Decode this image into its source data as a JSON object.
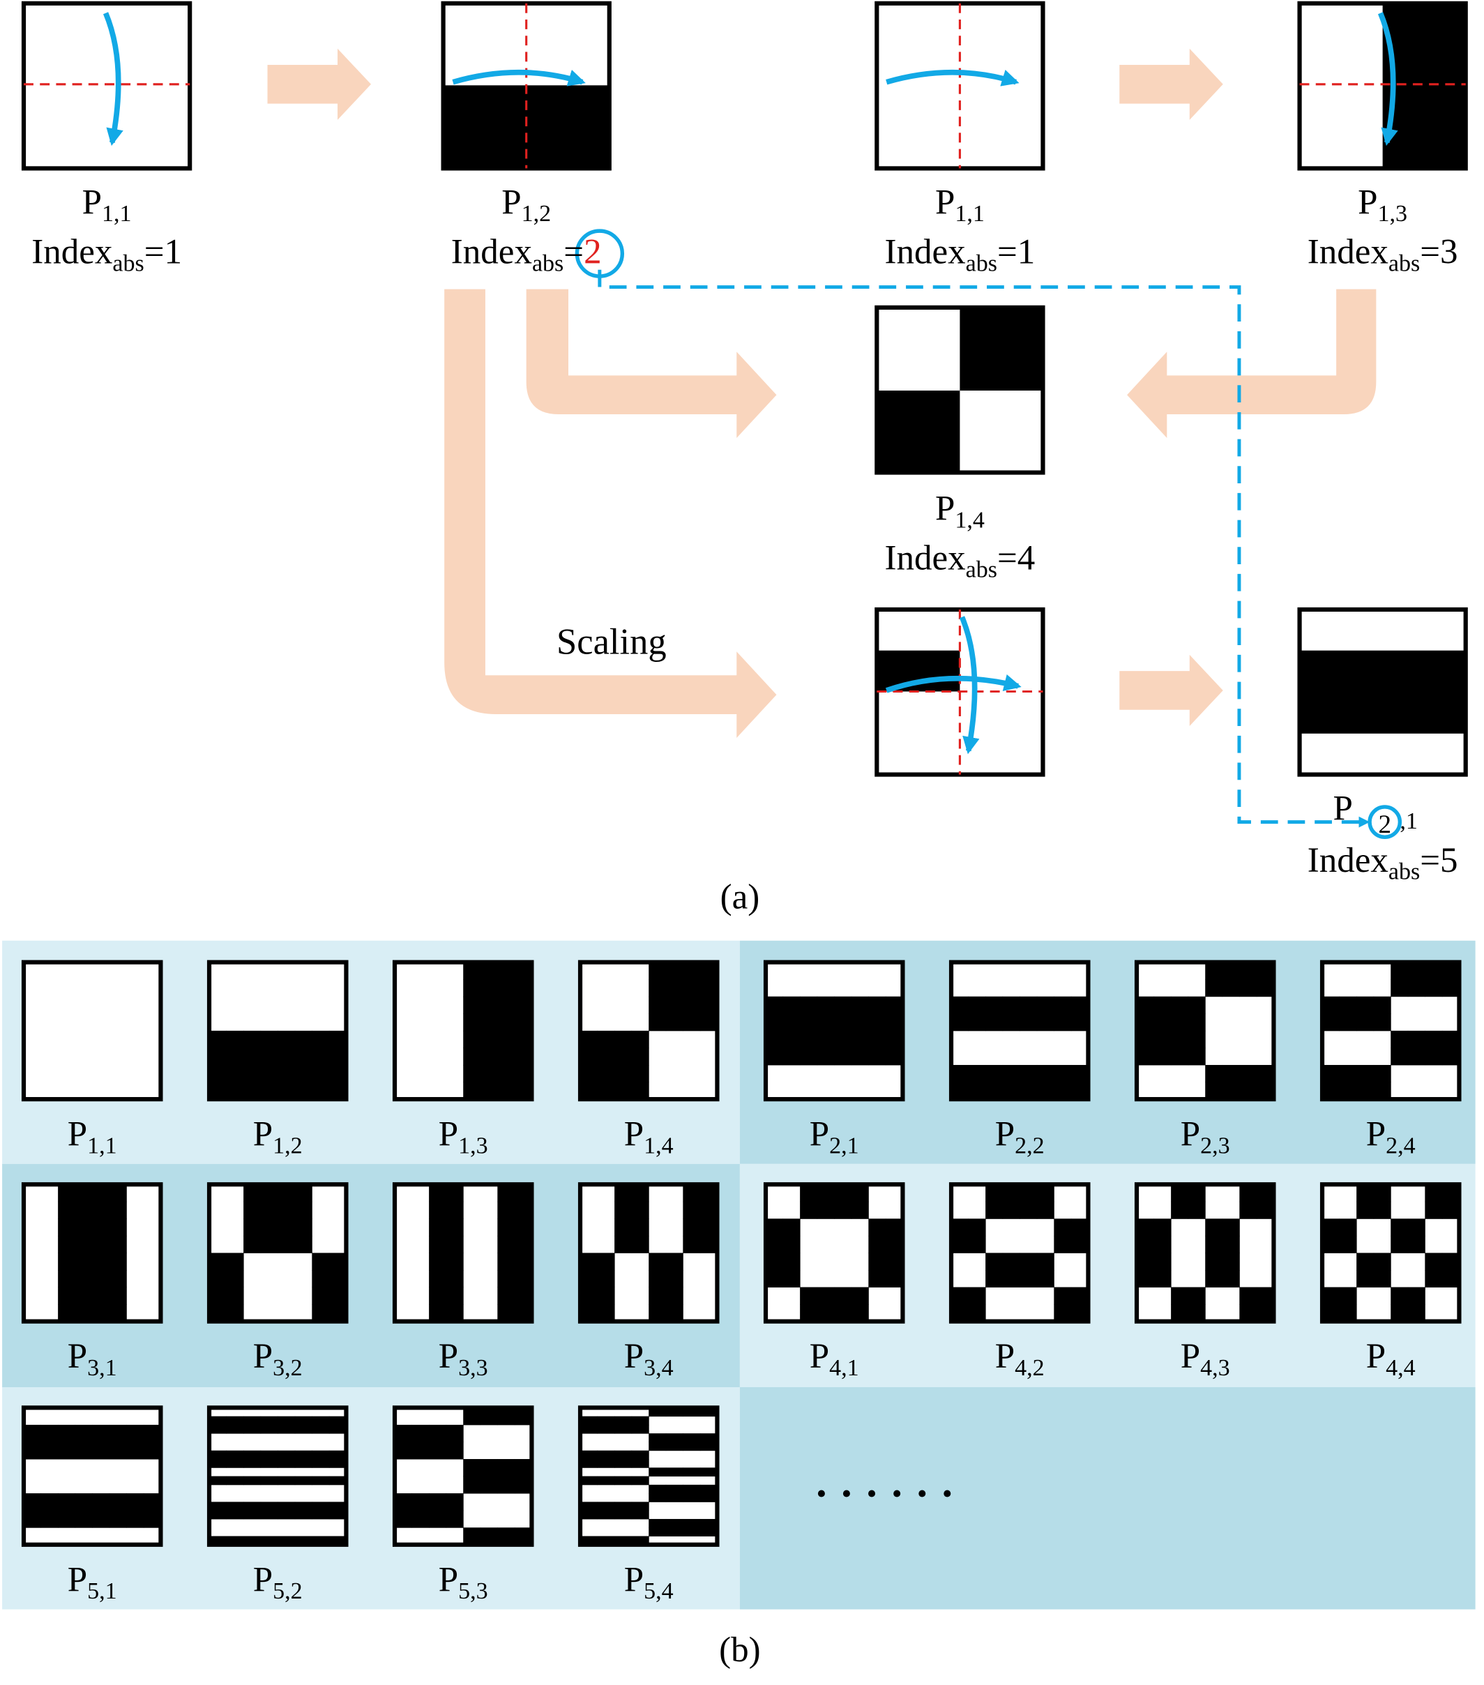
{
  "part_a": {
    "caption": "(a)",
    "scaling_label": "Scaling",
    "red_index": "2",
    "nodes": [
      {
        "id": "a1",
        "p": "P",
        "sub": "1,1",
        "idx": "Index",
        "idx_sub": "abs",
        "eq": "=1"
      },
      {
        "id": "a2",
        "p": "P",
        "sub": "1,2",
        "idx": "Index",
        "idx_sub": "abs",
        "eq": "=",
        "eq_red": "2"
      },
      {
        "id": "a3",
        "p": "P",
        "sub": "1,1",
        "idx": "Index",
        "idx_sub": "abs",
        "eq": "=1"
      },
      {
        "id": "a4",
        "p": "P",
        "sub": "1,3",
        "idx": "Index",
        "idx_sub": "abs",
        "eq": "=3"
      },
      {
        "id": "a5",
        "p": "P",
        "sub": "1,4",
        "idx": "Index",
        "idx_sub": "abs",
        "eq": "=4"
      },
      {
        "id": "a7",
        "p": "P",
        "sub": ",1",
        "idx": "Index",
        "idx_sub": "abs",
        "eq": "=5"
      }
    ]
  },
  "part_b": {
    "caption": "(b)",
    "ellipsis": "· · · · · ·",
    "patterns": [
      {
        "p": "P",
        "sub": "1,1"
      },
      {
        "p": "P",
        "sub": "1,2"
      },
      {
        "p": "P",
        "sub": "1,3"
      },
      {
        "p": "P",
        "sub": "1,4"
      },
      {
        "p": "P",
        "sub": "2,1"
      },
      {
        "p": "P",
        "sub": "2,2"
      },
      {
        "p": "P",
        "sub": "2,3"
      },
      {
        "p": "P",
        "sub": "2,4"
      },
      {
        "p": "P",
        "sub": "3,1"
      },
      {
        "p": "P",
        "sub": "3,2"
      },
      {
        "p": "P",
        "sub": "3,3"
      },
      {
        "p": "P",
        "sub": "3,4"
      },
      {
        "p": "P",
        "sub": "4,1"
      },
      {
        "p": "P",
        "sub": "4,2"
      },
      {
        "p": "P",
        "sub": "4,3"
      },
      {
        "p": "P",
        "sub": "4,4"
      },
      {
        "p": "P",
        "sub": "5,1"
      },
      {
        "p": "P",
        "sub": "5,2"
      },
      {
        "p": "P",
        "sub": "5,3"
      },
      {
        "p": "P",
        "sub": "5,4"
      }
    ]
  },
  "colors": {
    "arrow_fill": "#f9d5bd",
    "flow_blue": "#12a9e6",
    "dash_red": "#e0211f",
    "panel_light": "#d9eef5",
    "panel_dark": "#b6dde8"
  }
}
